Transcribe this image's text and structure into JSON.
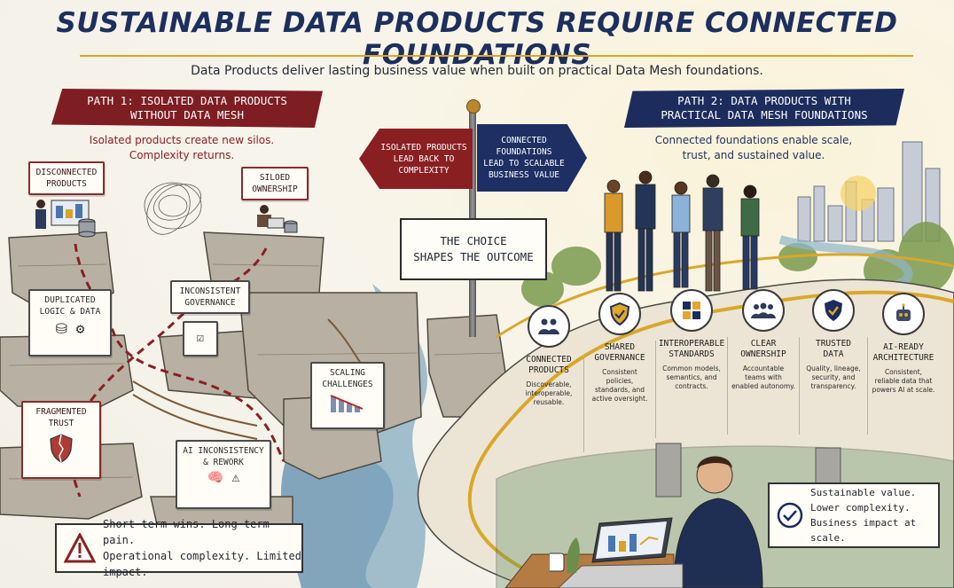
{
  "title": "Sustainable Data Products Require Connected Foundations",
  "subtitle": "Data Products deliver lasting business value when built on practical Data Mesh foundations.",
  "path1": {
    "banner_line1": "Path 1: Isolated Data Products",
    "banner_line2": "Without Data Mesh",
    "tagline_line1": "Isolated products create new silos.",
    "tagline_line2": "Complexity returns.",
    "signs": {
      "disconnected_line1": "Disconnected",
      "disconnected_line2": "Products",
      "siloed_line1": "Siloed",
      "siloed_line2": "Ownership",
      "duplicated_line1": "Duplicated",
      "duplicated_line2": "Logic & Data",
      "inconsistent_line1": "Inconsistent",
      "inconsistent_line2": "Governance",
      "fragmented_line1": "Fragmented",
      "fragmented_line2": "Trust",
      "scaling_line1": "Scaling",
      "scaling_line2": "Challenges",
      "ai_line1": "AI Inconsistency",
      "ai_line2": "& Rework"
    },
    "summary_line1": "Short-term wins. Long-term pain.",
    "summary_line2": "Operational complexity. Limited impact."
  },
  "signpost": {
    "left_line1": "Isolated products",
    "left_line2": "lead back to",
    "left_line3": "complexity",
    "right_line1": "Connected foundations",
    "right_line2": "lead to scalable",
    "right_line3": "business value",
    "choice_line1": "The choice",
    "choice_line2": "shapes the outcome"
  },
  "path2": {
    "banner_line1": "Path 2: Data Products with",
    "banner_line2": "Practical Data Mesh Foundations",
    "tagline_line1": "Connected foundations enable scale,",
    "tagline_line2": "trust, and sustained value.",
    "foundations": [
      {
        "title_line1": "Connected",
        "title_line2": "Products",
        "desc": "Discoverable, interoperable, reusable.",
        "icon": "people-icon"
      },
      {
        "title_line1": "Shared",
        "title_line2": "Governance",
        "desc": "Consistent policies, standards, and active oversight.",
        "icon": "shield-icon"
      },
      {
        "title_line1": "Interoperable",
        "title_line2": "Standards",
        "desc": "Common models, semantics, and contracts.",
        "icon": "puzzle-icon"
      },
      {
        "title_line1": "Clear",
        "title_line2": "Ownership",
        "desc": "Accountable teams with enabled autonomy.",
        "icon": "team-icon"
      },
      {
        "title_line1": "Trusted",
        "title_line2": "Data",
        "desc": "Quality, lineage, security, and transparency.",
        "icon": "check-shield-icon"
      },
      {
        "title_line1": "AI-Ready",
        "title_line2": "Architecture",
        "desc": "Consistent, reliable data that powers AI at scale.",
        "icon": "robot-icon"
      }
    ],
    "summary_line1": "Sustainable value.",
    "summary_line2": "Lower complexity.",
    "summary_line3": "Business impact at scale."
  },
  "colors": {
    "accent_red": "#7e1d22",
    "accent_navy": "#1c2c5c",
    "accent_gold": "#e0a51e",
    "water": "#6f98b3"
  }
}
